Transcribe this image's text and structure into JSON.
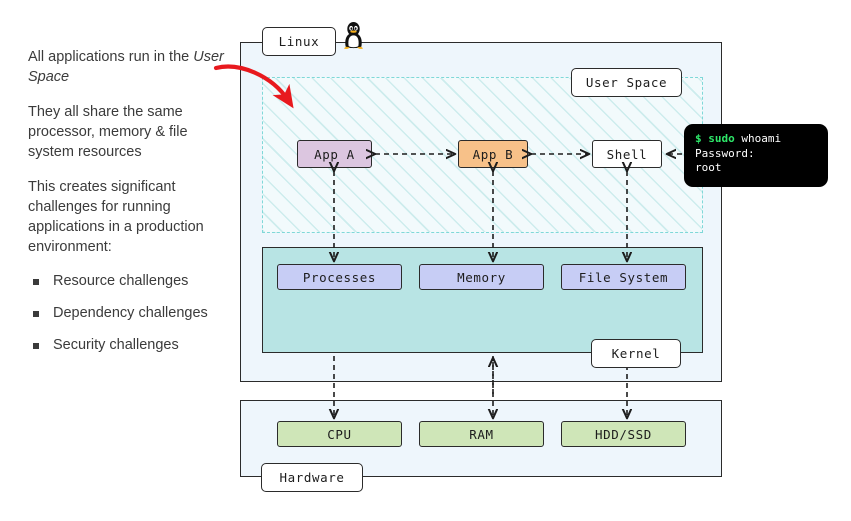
{
  "left_panel": {
    "paragraphs": [
      {
        "before": "All applications run in the ",
        "emphasis": "User Space",
        "after": ""
      },
      {
        "before": "They all share the same processor, memory & file system resources",
        "emphasis": "",
        "after": ""
      },
      {
        "before": "This creates significant challenges for running applications in a production environment:",
        "emphasis": "",
        "after": ""
      }
    ],
    "bullets": [
      {
        "label": "Resource challenges"
      },
      {
        "label": "Dependency challenges"
      },
      {
        "label": "Security challenges"
      }
    ]
  },
  "diagram": {
    "labels": {
      "linux": "Linux",
      "user_space": "User Space",
      "kernel": "Kernel",
      "hardware": "Hardware"
    },
    "tux_icon": "tux-penguin-icon",
    "user_space_nodes": [
      {
        "id": "app-a",
        "label": "App A",
        "color": "#dcc6e0"
      },
      {
        "id": "app-b",
        "label": "App B",
        "color": "#f7c189"
      },
      {
        "id": "shell",
        "label": "Shell",
        "color": "#ffffff"
      }
    ],
    "kernel_nodes": [
      {
        "id": "processes",
        "label": "Processes",
        "color": "#c7cdf5"
      },
      {
        "id": "memory",
        "label": "Memory",
        "color": "#c7cdf5"
      },
      {
        "id": "filesystem",
        "label": "File System",
        "color": "#c7cdf5"
      }
    ],
    "hardware_nodes": [
      {
        "id": "cpu",
        "label": "CPU",
        "color": "#cfe6b8"
      },
      {
        "id": "ram",
        "label": "RAM",
        "color": "#cfe6b8"
      },
      {
        "id": "hddssd",
        "label": "HDD/SSD",
        "color": "#cfe6b8"
      }
    ],
    "colors": {
      "container_fill": "#eef6fc",
      "kernel_fill": "#b8e4e4",
      "userspace_hatch": "#a0dcdc",
      "outline": "#2b2b2b",
      "red_arrow": "#e8191e"
    }
  },
  "terminal": {
    "lines": [
      {
        "prompt": "$",
        "command": "sudo",
        "args": " whoami"
      },
      {
        "prompt": "",
        "command": "",
        "args": "Password:"
      },
      {
        "prompt": "",
        "command": "",
        "args": "root"
      }
    ],
    "raw": {
      "line1_prompt": "$",
      "line1_cmd": "sudo",
      "line1_rest": " whoami",
      "line2": "Password:",
      "line3": "root"
    },
    "colors": {
      "background": "#000000",
      "prompt": "#2ee86a",
      "text": "#ffffff"
    }
  }
}
